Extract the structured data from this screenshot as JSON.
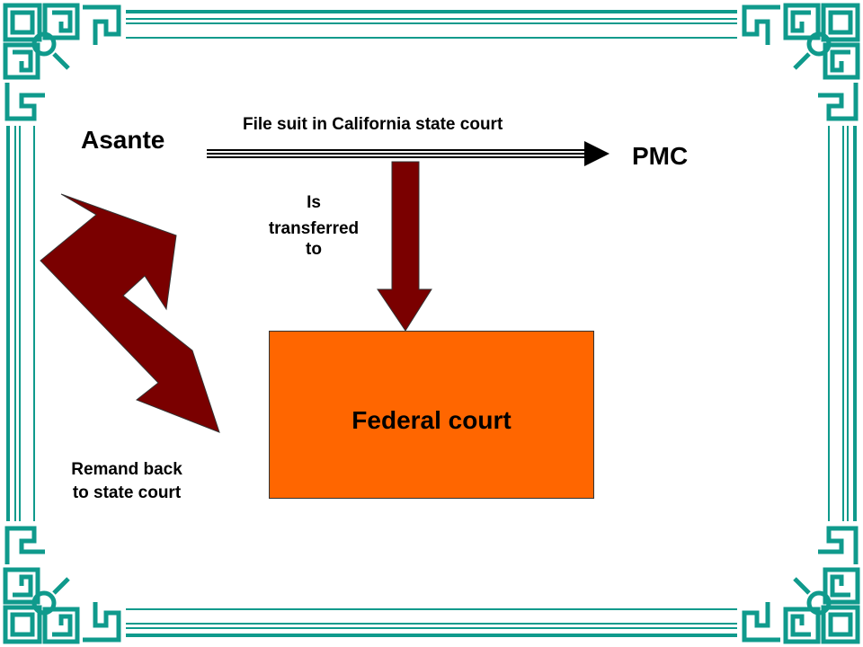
{
  "diagram": {
    "party_left": "Asante",
    "party_right": "PMC",
    "suit_label": "File suit in California state court",
    "transfer_label": [
      "Is",
      "transferred to"
    ],
    "federal_court": "Federal court",
    "remand_label": [
      "Remand back",
      "to state court"
    ]
  },
  "colors": {
    "border_teal": "#0f9a8c",
    "arrow_maroon": "#7a0000",
    "federal_box": "#ff6600"
  }
}
